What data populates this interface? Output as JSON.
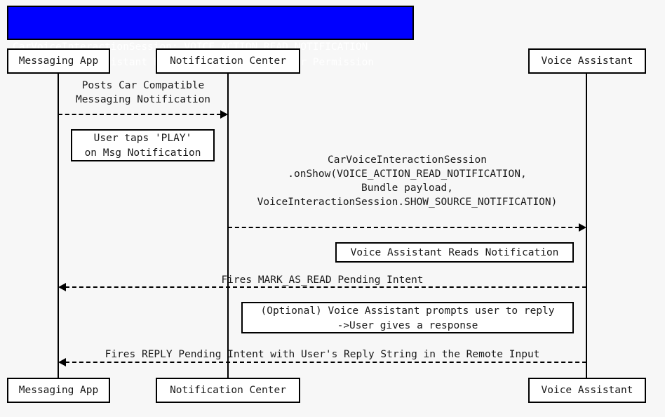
{
  "diagram": {
    "kind": "uml-sequence-diagram",
    "background_color": "#f7f7f7",
    "line_color": "#000000"
  },
  "title": {
    "background_color": "#0000ff",
    "text_color": "#ffffff",
    "line1": "CarVoiceInteractionSession: VOICE_ACTION_READ_NOTIFICATION",
    "line2": "Assume Voice Assistant has Notification Listener Permission"
  },
  "participants": [
    {
      "id": "messaging-app",
      "label": "Messaging App"
    },
    {
      "id": "notification-center",
      "label": "Notification Center"
    },
    {
      "id": "voice-assistant",
      "label": "Voice Assistant"
    }
  ],
  "participants_bottom": [
    {
      "id": "messaging-app",
      "label": "Messaging App"
    },
    {
      "id": "notification-center",
      "label": "Notification Center"
    },
    {
      "id": "voice-assistant",
      "label": "Voice Assistant"
    }
  ],
  "messages": [
    {
      "id": "posts-notification",
      "from": "messaging-app",
      "to": "notification-center",
      "direction": "right",
      "style": "dashed",
      "label": "Posts Car Compatible\nMessaging Notification"
    },
    {
      "id": "on-show",
      "from": "notification-center",
      "to": "voice-assistant",
      "direction": "right",
      "style": "dashed",
      "label": "CarVoiceInteractionSession\n.onShow(VOICE_ACTION_READ_NOTIFICATION,\nBundle payload,\nVoiceInteractionSession.SHOW_SOURCE_NOTIFICATION)"
    },
    {
      "id": "mark-as-read",
      "from": "voice-assistant",
      "to": "messaging-app",
      "direction": "left",
      "style": "dashed",
      "label": "Fires MARK_AS_READ Pending Intent"
    },
    {
      "id": "reply-intent",
      "from": "voice-assistant",
      "to": "messaging-app",
      "direction": "left",
      "style": "dashed",
      "label": "Fires REPLY Pending Intent with User's Reply String in the Remote Input"
    }
  ],
  "notes": [
    {
      "id": "user-taps-play",
      "line1": "User taps 'PLAY'",
      "line2": "on Msg Notification"
    },
    {
      "id": "assistant-reads",
      "line1": "Voice Assistant Reads Notification"
    },
    {
      "id": "optional-prompt",
      "line1": "(Optional) Voice Assistant prompts user to reply",
      "line2": "->User gives a response"
    }
  ]
}
